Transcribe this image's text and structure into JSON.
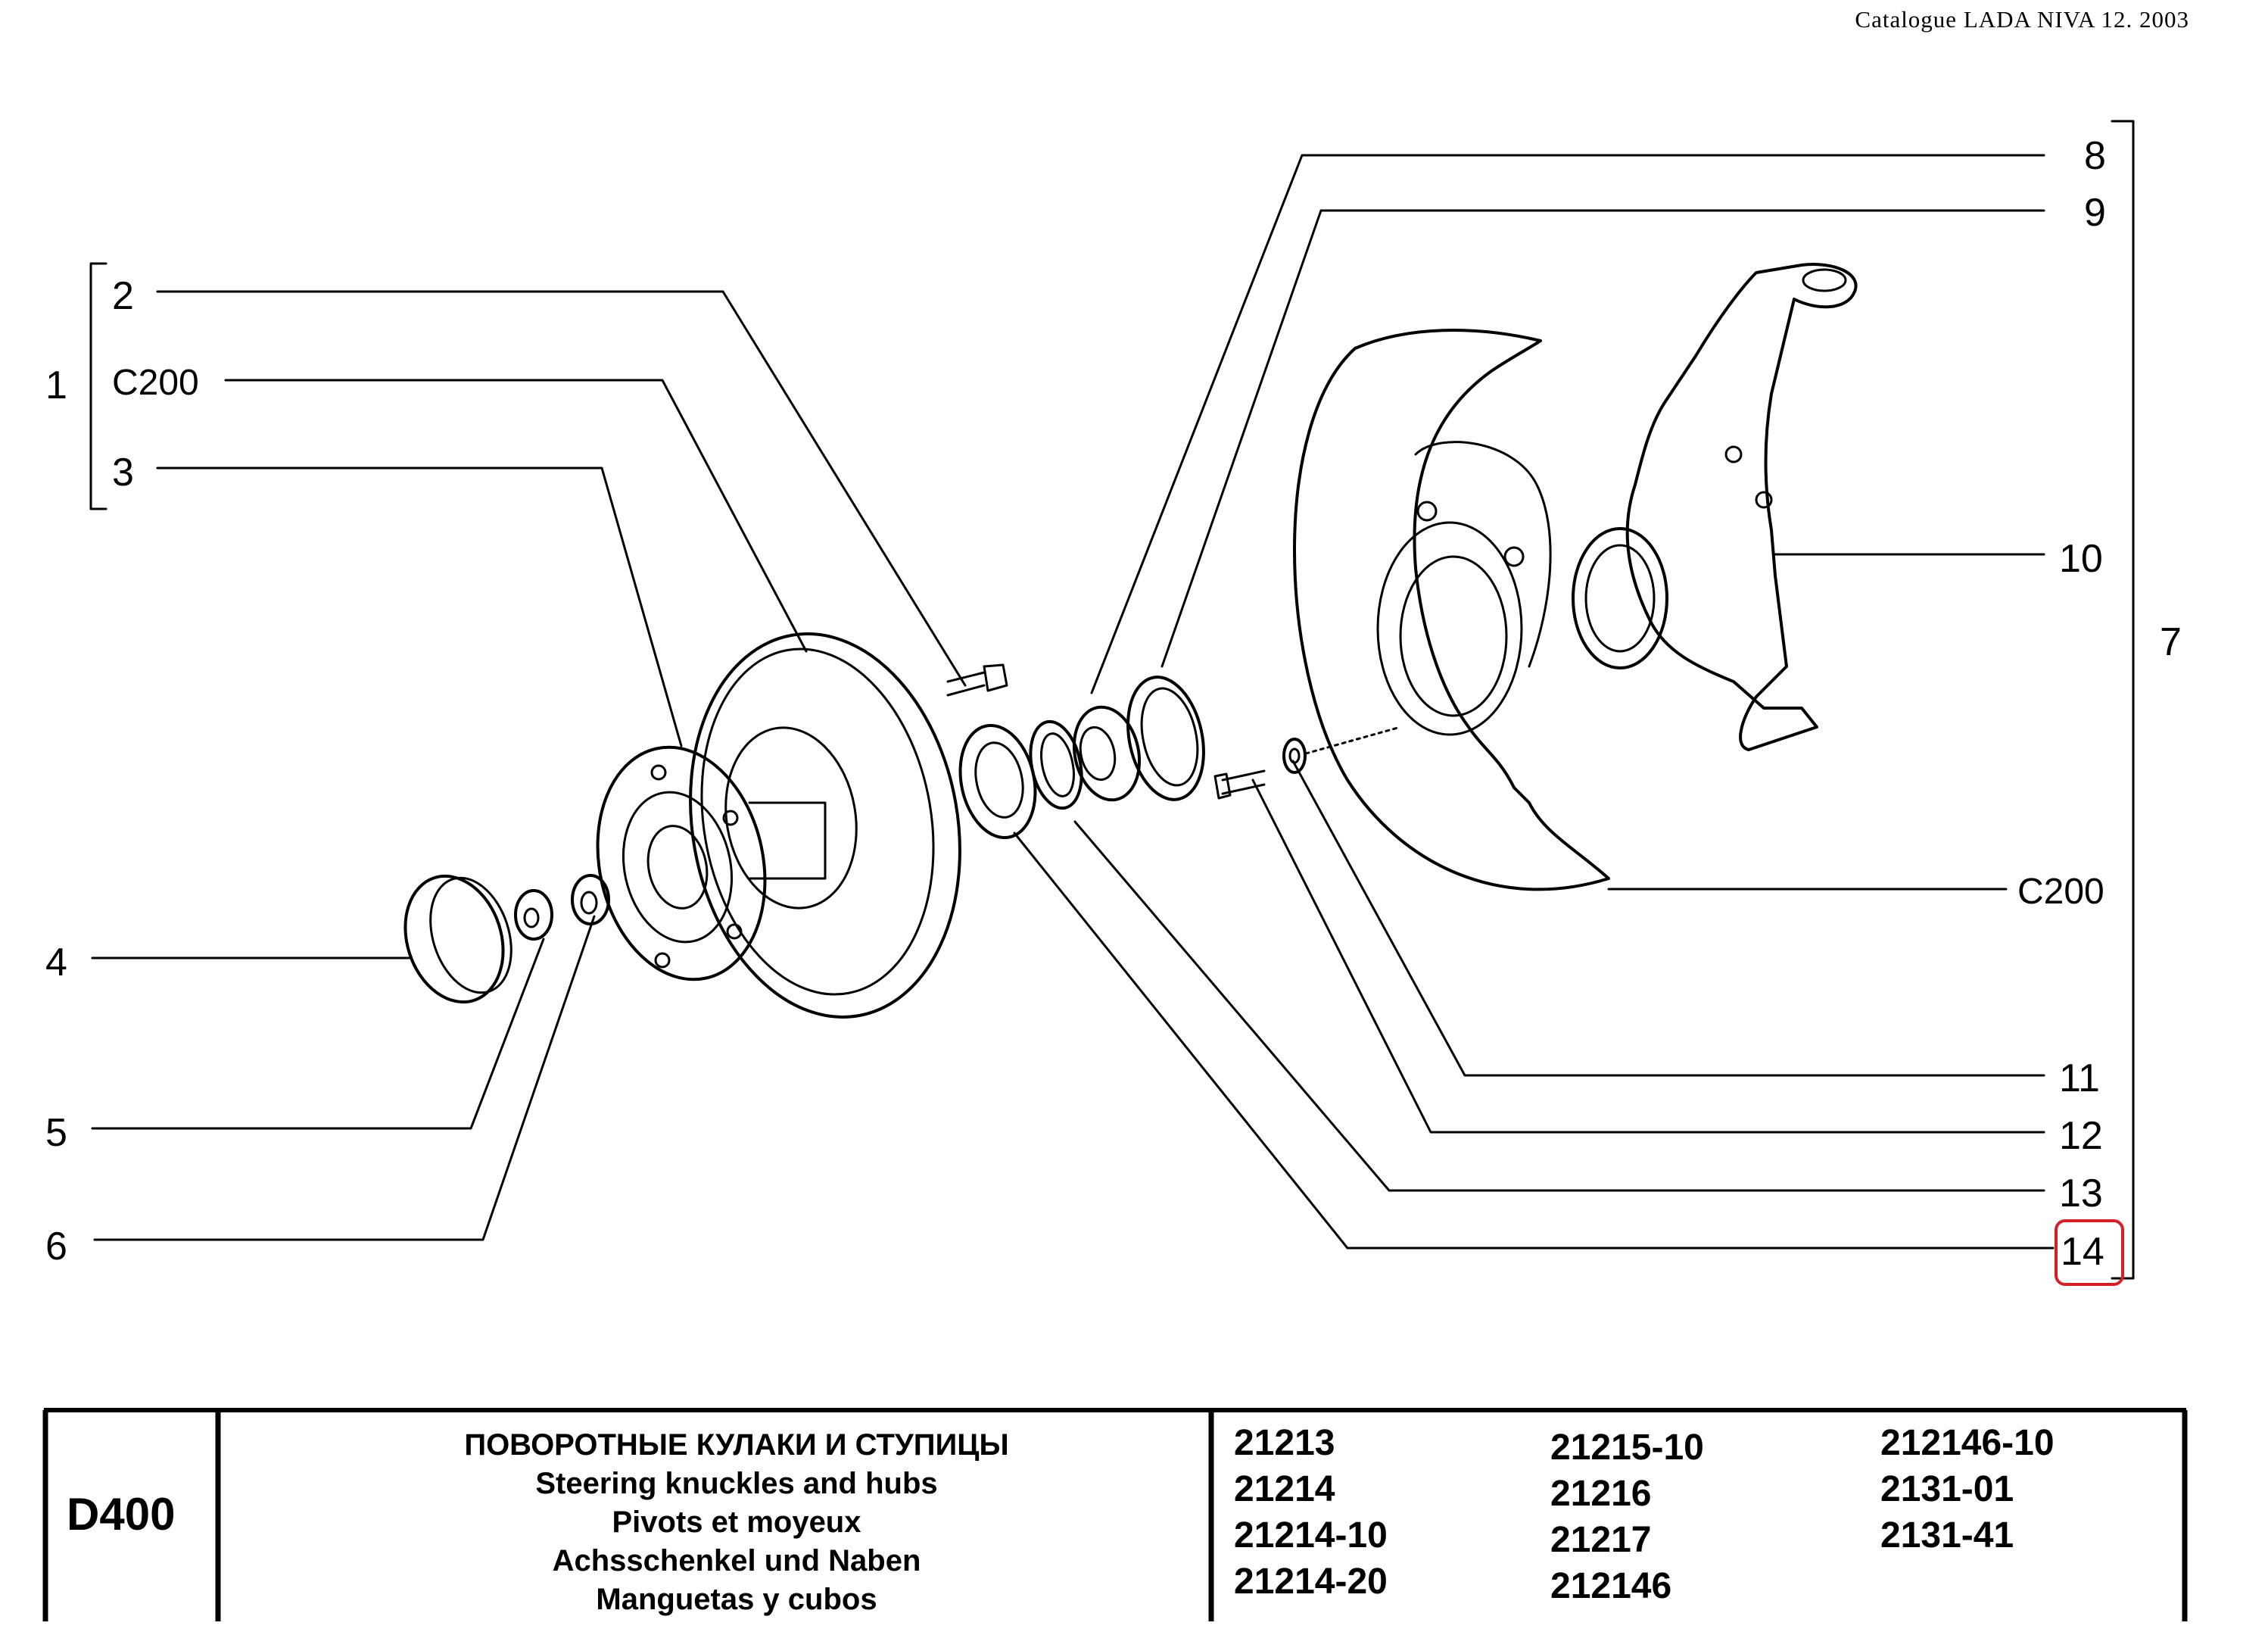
{
  "header": {
    "catalogue": "Catalogue  LADA  NIVA  12.  2003"
  },
  "callouts": {
    "group_1": "1",
    "item_2": "2",
    "c200_left": "C200",
    "item_3": "3",
    "item_4": "4",
    "item_5": "5",
    "item_6": "6",
    "group_7": "7",
    "item_8": "8",
    "item_9": "9",
    "item_10": "10",
    "c200_right": "C200",
    "item_11": "11",
    "item_12": "12",
    "item_13": "13",
    "item_14": "14"
  },
  "highlight": {
    "label": "14",
    "color": "#d61f26"
  },
  "title_block": {
    "code": "D400",
    "titles": [
      "ПОВОРОТНЫЕ КУЛАКИ И СТУПИЦЫ",
      "Steering knuckles and hubs",
      "Pivots et moyeux",
      "Achsschenkel und Naben",
      "Manguetas y cubos"
    ],
    "models_col1": [
      "21213",
      "21214",
      "21214-10",
      "21214-20"
    ],
    "models_col2": [
      "21215-10",
      "21216",
      "21217",
      "212146"
    ],
    "models_col3": [
      "212146-10",
      "2131-01",
      "2131-41"
    ]
  }
}
